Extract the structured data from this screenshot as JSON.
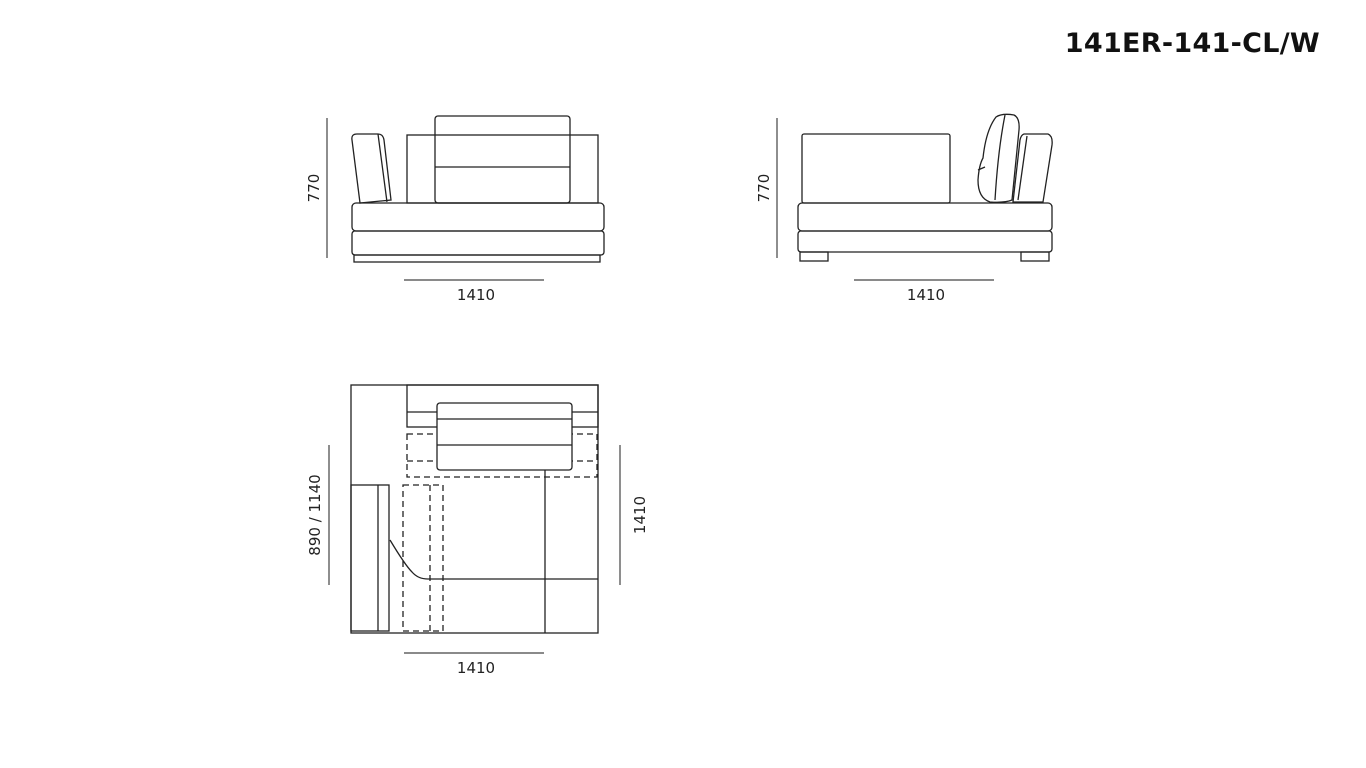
{
  "title": "141ER-141-CL/W",
  "views": {
    "front": {
      "height_label": "770",
      "width_label": "1410"
    },
    "back": {
      "height_label": "770",
      "width_label": "1410"
    },
    "top": {
      "depth_label": "890 / 1140",
      "side_label": "1410",
      "width_label": "1410"
    }
  }
}
